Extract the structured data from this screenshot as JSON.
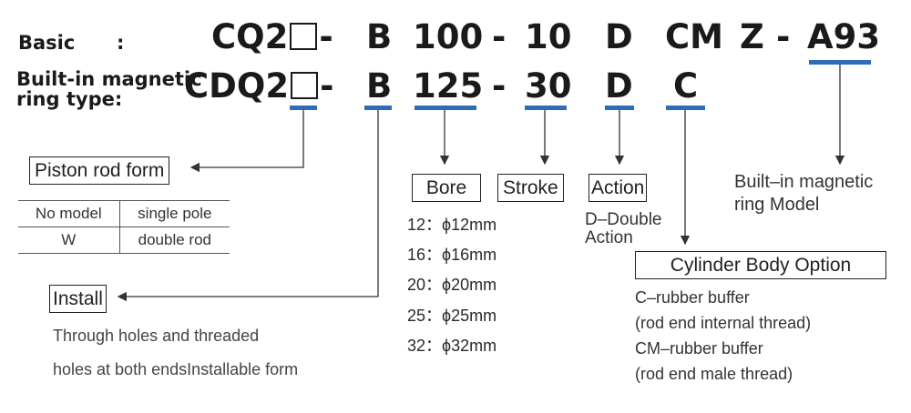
{
  "rows": {
    "basic": {
      "label": "Basic",
      "colon": ":",
      "series": "CQ2",
      "dash1": "-",
      "mount": "B",
      "bore": "100",
      "dash2": "-",
      "stroke": "10",
      "action": "D",
      "body": "CM",
      "z": "Z",
      "dash3": "-",
      "switch": "A93"
    },
    "magnetic": {
      "label_line1": "Built-in magnetic",
      "label_line2": "ring type:",
      "series": "CDQ2",
      "dash1": "-",
      "mount": "B",
      "bore": "125",
      "dash2": "-",
      "stroke": "30",
      "action": "D",
      "body": "C"
    }
  },
  "piston_rod": {
    "title": "Piston rod form",
    "rows": [
      {
        "code": "No model",
        "desc": "single pole"
      },
      {
        "code": "W",
        "desc": "double rod"
      }
    ]
  },
  "install": {
    "title": "Install",
    "desc_line1": "Through holes and threaded",
    "desc_line2": "holes at both endsInstallable form"
  },
  "bore": {
    "title": "Bore",
    "options": [
      "12：ϕ12mm",
      "16：ϕ16mm",
      "20：ϕ20mm",
      "25：ϕ25mm",
      "32：ϕ32mm"
    ]
  },
  "stroke": {
    "title": "Stroke"
  },
  "action": {
    "title": "Action",
    "desc_line1": "D–Double",
    "desc_line2": "Action"
  },
  "magnetic_model": {
    "line1": "Built–in magnetic",
    "line2": "ring Model"
  },
  "body_option": {
    "title": "Cylinder Body Option",
    "lines": [
      "C–rubber buffer",
      "(rod end internal thread)",
      "CM–rubber buffer",
      "(rod end male thread)"
    ]
  },
  "colors": {
    "accent": "#2e6db5",
    "text": "#1a1a1a",
    "line": "#333333"
  }
}
